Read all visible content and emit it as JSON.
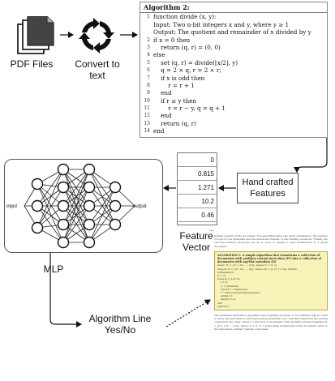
{
  "pdf_files_label": "PDF Files",
  "convert_label": "Convert to\ntext",
  "algorithm": {
    "title": "Algorithm 2:",
    "lines": [
      {
        "no": "1",
        "text": "function divide (x, y):"
      },
      {
        "no": "",
        "text": "Input: Two n-bit integers x and y, where y ≥ 1"
      },
      {
        "no": "",
        "text": "Output: The quotient and remainder of x divided by y"
      },
      {
        "no": "2",
        "text": "if x = 0 then"
      },
      {
        "no": "3",
        "text": "    return (q, r) = (0, 0)"
      },
      {
        "no": "4",
        "text": "else"
      },
      {
        "no": "5",
        "text": "    set (q, r) = divide(⌊x/2⌋, y)"
      },
      {
        "no": "6",
        "text": "    q = 2 × q, r = 2 × r;"
      },
      {
        "no": "7",
        "text": "    if x is odd then"
      },
      {
        "no": "8",
        "text": "        r = r + 1"
      },
      {
        "no": "9",
        "text": "    end"
      },
      {
        "no": "10",
        "text": "    if r ≥ y then"
      },
      {
        "no": "11",
        "text": "        r = r − y, q = q + 1"
      },
      {
        "no": "12",
        "text": "    end"
      },
      {
        "no": "13",
        "text": "    return (q, r)"
      },
      {
        "no": "14",
        "text": "end"
      }
    ]
  },
  "hand_crafted_label": "Hand crafted\nFeatures",
  "feature_vector": {
    "values": [
      "0",
      "0.815",
      "1.271",
      "10.2",
      "0.46",
      "..."
    ],
    "label": "Feature\nVector"
  },
  "mlp": {
    "input_label": "input",
    "output_label": "output",
    "label": "MLP"
  },
  "result_label": "Algorithm Line\nYes/No",
  "paper_snippet": {
    "para_top": "textual content of the document. The algorithm takes two input parameters: the number of topics to be identified and the maximum number of the training iterations. Finally, the outcome method proposed by [3] is used to assign a topic distribution to a given document.",
    "algo_title": "ALGORITHM 1: A simple algorithm that transforms a collection of documents with auxiliary textual meta-data (D') into a collection of documents with tag-like metadata (D)",
    "algo_lines": [
      "Input: D' = {d'1, d'2, ..., d'n}, where d' = (t, v)",
      "Output: D = {d1, d2, ..., dn}, where dn = (t, f), f = tag Library",
      "initialization;",
      "D = ∅;",
      "foreach d' ∈ D' do",
      "    f = ∅;",
      "    d' = (Sanitize)",
      "    tokens ← Tokenize(v);",
      "    f ← RemoveDuplicates(tokens);",
      "    Add(d, f);",
      "    Add(d) to D",
      "end",
      "return D ;"
    ],
    "para_bottom": "The metadata annotation algorithm was originally designed to recommend tags in order to allow the algorithm to annotate textual metadata, we could first transform the textual component into tags. Given a collection of documents with auxiliary textual metadata D' = {d'1, d'2, ..., d'n}, where d' = (t, v): t is the main textual part of the document, and v is the annotated auxiliary textual component."
  }
}
